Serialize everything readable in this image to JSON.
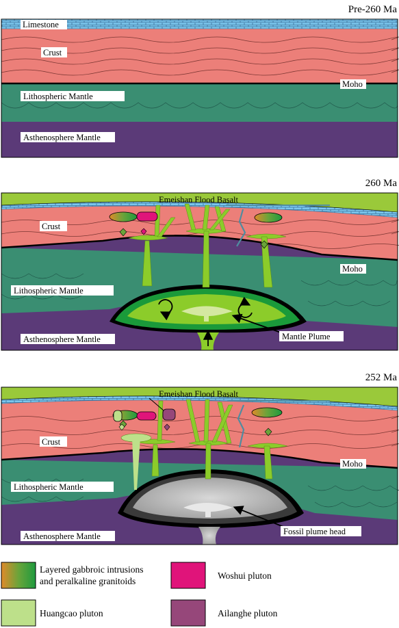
{
  "panels": [
    {
      "title": "Pre-260 Ma",
      "labels": {
        "limestone": "Limestone",
        "crust": "Crust",
        "moho": "Moho",
        "lithospheric": "Lithospheric Mantle",
        "asthenosphere": "Asthenosphere Mantle"
      }
    },
    {
      "title": "260 Ma",
      "labels": {
        "basalt": "Emeishan Flood Basalt",
        "crust": "Crust",
        "moho": "Moho",
        "lithospheric": "Lithospheric Mantle",
        "asthenosphere": "Asthenosphere Mantle",
        "plume": "Mantle Plume"
      }
    },
    {
      "title": "252 Ma",
      "labels": {
        "basalt": "Emeishan Flood Basalt",
        "crust": "Crust",
        "moho": "Moho",
        "lithospheric": "Lithospheric Mantle",
        "asthenosphere": "Asthenosphere Mantle",
        "fossil": "Fossil plume head"
      }
    }
  ],
  "legend": {
    "gabbro_line1": "Layered gabbroic intrusions",
    "gabbro_line2": "and peralkaline granitoids",
    "woshui": "Woshui pluton",
    "huangcao": "Huangcao pluton",
    "ailanghe": "Ailanghe pluton"
  },
  "colors": {
    "limestone": "#7cc8ee",
    "crust": "#ec7f79",
    "lithospheric": "#3a8e72",
    "asthenosphere": "#5b3a78",
    "basalt": "#9ac93a",
    "plume": "#8ccc2a",
    "plume_dark": "#1a9a3a",
    "woshui": "#e0147a",
    "huangcao": "#bde08a",
    "ailanghe": "#96477a",
    "fossil": "#8f8f8f"
  }
}
